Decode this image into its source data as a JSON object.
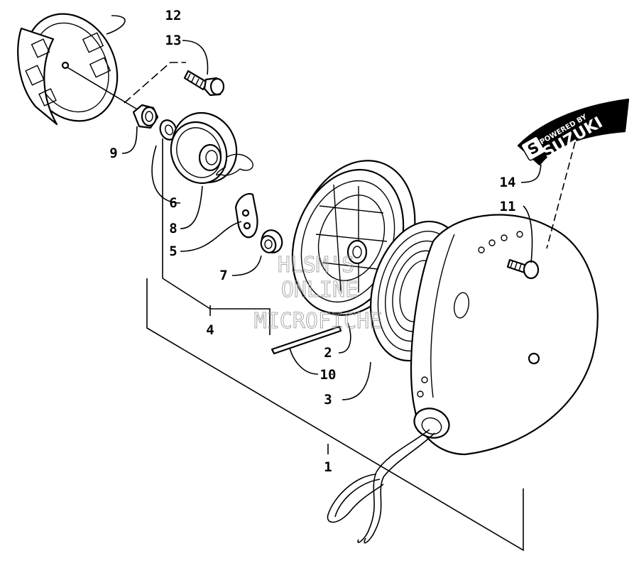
{
  "callouts": {
    "c1": "1",
    "c2": "2",
    "c3": "3",
    "c4": "4",
    "c5": "5",
    "c6": "6",
    "c7": "7",
    "c8": "8",
    "c9": "9",
    "c10": "10",
    "c11": "11",
    "c12": "12",
    "c13": "13",
    "c14": "14"
  },
  "decal": {
    "line1": "POWERED BY",
    "line2": "SUZUKI",
    "logo_letter": "S"
  },
  "watermark": {
    "line1": "HLSM'S",
    "line2": "ONLINE",
    "line3": "MICROFICHE"
  }
}
